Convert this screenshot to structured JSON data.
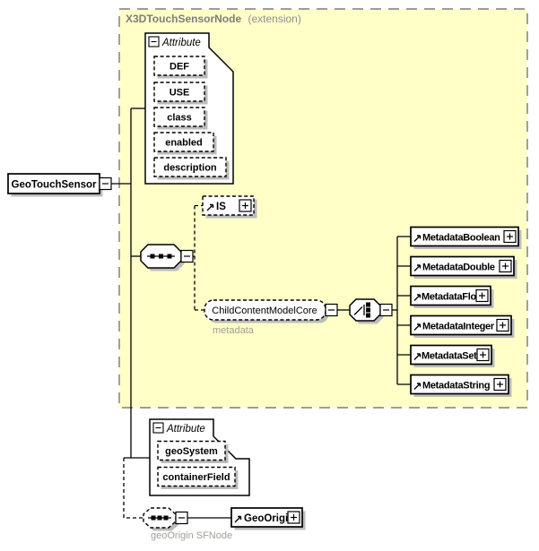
{
  "header": {
    "title": "X3DTouchSensorNode",
    "suffix": "(extension)"
  },
  "root": {
    "label": "GeoTouchSensor"
  },
  "attribute_group_top": {
    "label": "Attribute",
    "attributes": [
      "DEF",
      "USE",
      "class",
      "enabled",
      "description"
    ]
  },
  "is_node": {
    "label": "IS"
  },
  "child_content_model": {
    "label": "ChildContentModelCore",
    "annotation": "metadata"
  },
  "metadata_nodes": {
    "labels": [
      "MetadataBoolean",
      "MetadataDouble",
      "MetadataFloat",
      "MetadataInteger",
      "MetadataSet",
      "MetadataString"
    ]
  },
  "attribute_group_bottom": {
    "label": "Attribute",
    "attributes": [
      "geoSystem",
      "containerField"
    ]
  },
  "geo_origin": {
    "label": "GeoOrigin",
    "annotation": "geoOrigin SFNode"
  },
  "colors": {
    "region_fill": "#FFFFC8",
    "region_border": "#8F8F8F",
    "box_border": "#000000",
    "shadow": "#BCBCBC",
    "gray_text": "#8C8C8C",
    "annotation_text": "#9F9F97"
  }
}
